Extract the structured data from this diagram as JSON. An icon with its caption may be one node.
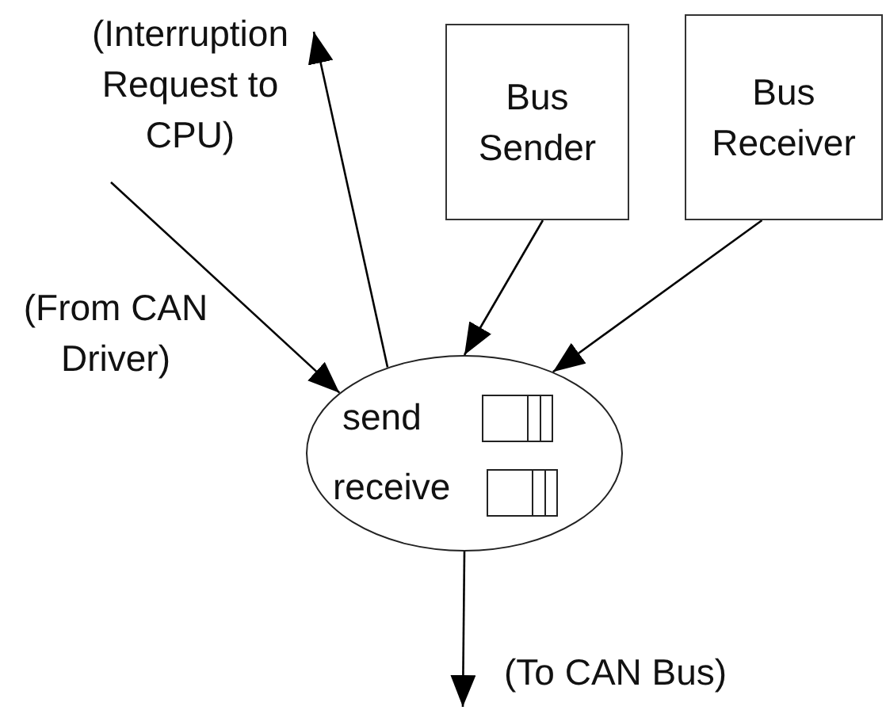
{
  "diagram": {
    "nodes": [
      {
        "text": [
          "Bus Sender"
        ]
      },
      {
        "text": [
          "Bus Receiver"
        ]
      },
      {
        "text": [
          "send",
          "receive"
        ]
      }
    ],
    "edges": [
      {
        "from": 2,
        "to": null,
        "arrow": "to",
        "label": "(Interruption Request to CPU)"
      },
      {
        "from": null,
        "to": 2,
        "arrow": "to",
        "label": "(From CAN Driver)"
      },
      {
        "from": 0,
        "to": 2,
        "arrow": "to"
      },
      {
        "from": 1,
        "to": 2,
        "arrow": "to"
      },
      {
        "from": 2,
        "to": null,
        "arrow": "to",
        "label": "(To CAN Bus)"
      }
    ]
  }
}
